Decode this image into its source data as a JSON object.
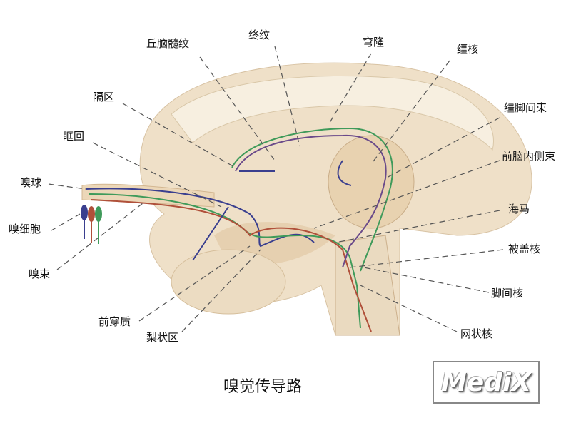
{
  "title": "嗅觉传导路",
  "watermark": "MediX",
  "labels": {
    "stria_medullaris": "丘脑髓纹",
    "stria_terminalis": "终纹",
    "fornix": "穹隆",
    "habenular_nucleus": "缰核",
    "septal_area": "隔区",
    "habenulo_interpeduncular_tract": "缰脚间束",
    "orbital_gyrus": "眶回",
    "medial_forebrain_bundle": "前脑内侧束",
    "olfactory_bulb": "嗅球",
    "hippocampus": "海马",
    "olfactory_cells": "嗅细胞",
    "tegmental_nucleus": "被盖核",
    "olfactory_tract": "嗅束",
    "interpeduncular_nucleus": "脚间核",
    "anterior_perforated_substance": "前穿质",
    "piriform_area": "梨状区",
    "reticular_nucleus": "网状核"
  },
  "colors": {
    "pathway_blue": "#3a3f8f",
    "pathway_green": "#3f9a5a",
    "pathway_red": "#b0503a",
    "pathway_purple": "#6a4a8a",
    "tissue": "#efe0c8"
  }
}
